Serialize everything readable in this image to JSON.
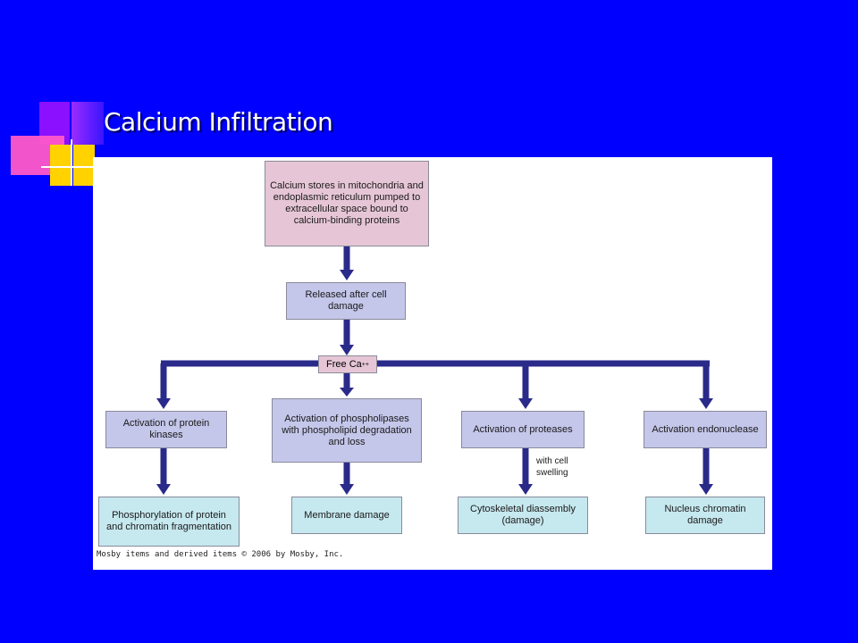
{
  "slide": {
    "title": "Calcium Infiltration"
  },
  "flowchart": {
    "top_box": "Calcium stores in mitochondria and endoplasmic reticulum pumped to extracellular space bound to calcium-binding proteins",
    "released_box": "Released after cell damage",
    "free_ca": {
      "text": "Free Ca",
      "superscript": "++"
    },
    "activation_boxes": [
      "Activation of protein kinases",
      "Activation of phospholipases with phospholipid degradation and loss",
      "Activation of proteases",
      "Activation endonuclease"
    ],
    "side_label": "with cell swelling",
    "result_boxes": [
      "Phosphorylation of protein and chromatin fragmentation",
      "Membrane damage",
      "Cytoskeletal diassembly (damage)",
      "Nucleus chromatin damage"
    ],
    "copyright": "Mosby items and derived items © 2006 by Mosby, Inc."
  },
  "colors": {
    "background": "#0000ff",
    "arrow": "#2a2a8a",
    "top_box_fill": "#e6c6d6",
    "activation_fill": "#c4c6ea",
    "result_fill": "#c6e8ef"
  }
}
